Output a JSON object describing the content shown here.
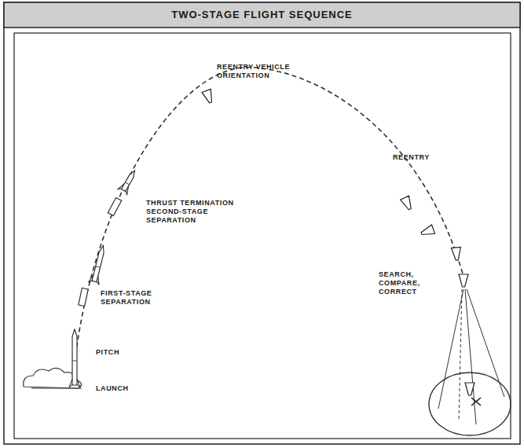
{
  "diagram": {
    "title": "TWO-STAGE FLIGHT SEQUENCE",
    "labels": [
      "REENTRY VEHICLE ORIENTATION",
      "REENTRY",
      "THRUST TERMINATION SECOND-STAGE SEPARATION",
      "FIRST-STAGE SEPARATION",
      "PITCH",
      "LAUNCH",
      "SEARCH, COMPARE, CORRECT"
    ]
  }
}
